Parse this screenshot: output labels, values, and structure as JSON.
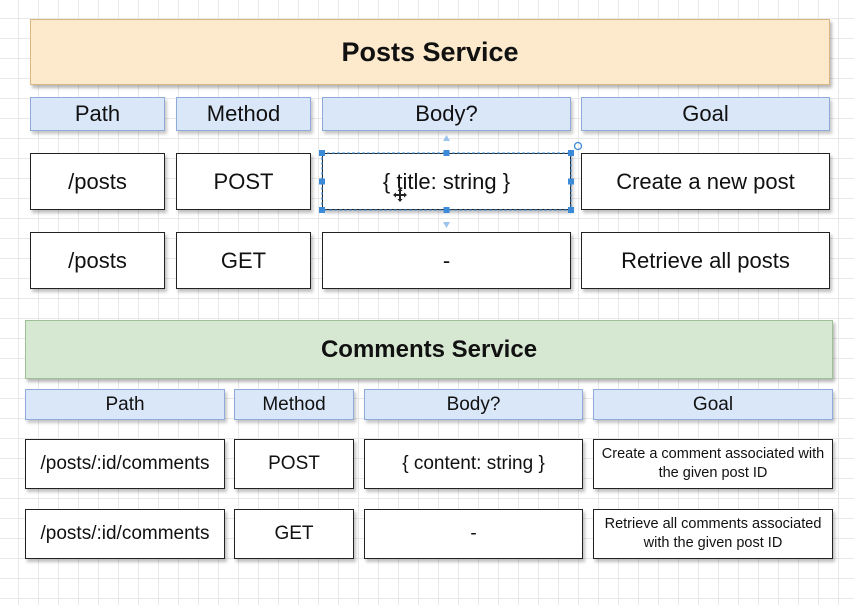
{
  "posts": {
    "title": "Posts Service",
    "headers": [
      "Path",
      "Method",
      "Body?",
      "Goal"
    ],
    "rows": [
      [
        "/posts",
        "POST",
        "{ title: string }",
        "Create a new post"
      ],
      [
        "/posts",
        "GET",
        "-",
        "Retrieve all posts"
      ]
    ]
  },
  "comments": {
    "title": "Comments Service",
    "headers": [
      "Path",
      "Method",
      "Body?",
      "Goal"
    ],
    "rows": [
      [
        "/posts/:id/comments",
        "POST",
        "{ content: string }",
        "Create a comment associated with the given post ID"
      ],
      [
        "/posts/:id/comments",
        "GET",
        "-",
        "Retrieve all comments associated with the given post ID"
      ]
    ]
  },
  "colors": {
    "posts_banner": "#fde9cc",
    "comments_banner": "#d6e8d2",
    "header_fill": "#dae7f8",
    "selection_handle": "#3c8bd9"
  }
}
